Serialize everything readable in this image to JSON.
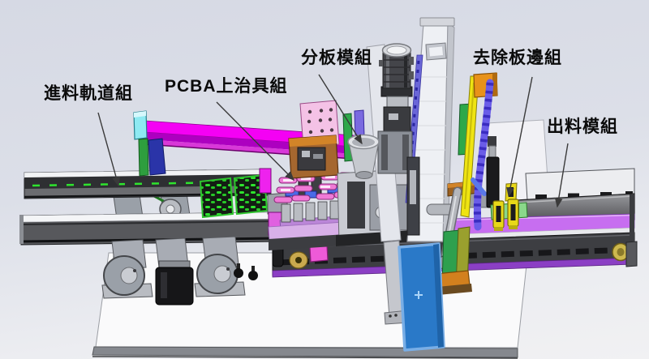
{
  "diagram": {
    "type": "cad-assembly-annotation",
    "machine": "PCB depaneling machine (isometric CAD render)",
    "labels": [
      {
        "id": "infeed-rail",
        "text": "進料軌道組"
      },
      {
        "id": "pcba-jig",
        "text": "PCBA上治具組"
      },
      {
        "id": "board-split",
        "text": "分板模組"
      },
      {
        "id": "edge-removal",
        "text": "去除板邊組"
      },
      {
        "id": "outfeed",
        "text": "出料模組"
      }
    ],
    "colors": {
      "background_top": "#d6d9e4",
      "background_bottom": "#f1f1f3",
      "base_plate": "#fafafb",
      "rail_magenta": "#f401f4",
      "conveyor_violet": "#c76ef0",
      "conveyor_purple_strip": "#8b3fc4",
      "belt_gray": "#5a5b5f",
      "pcb_green": "#2ee42e",
      "fixture_brown": "#a5672f",
      "fixture_orange": "#e8921a",
      "edge_yellow": "#efe412",
      "drag_chain_blue": "#6a5ce8",
      "selection_blue": "#2a79c8",
      "label_text": "#0b0b0b"
    }
  }
}
